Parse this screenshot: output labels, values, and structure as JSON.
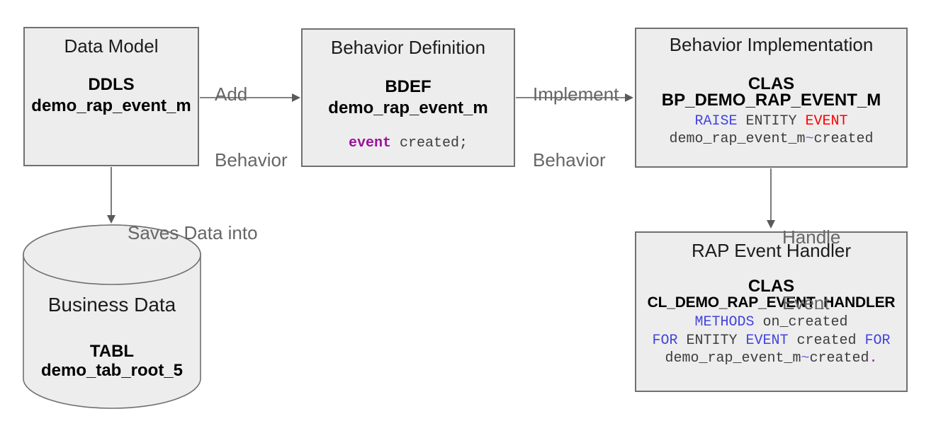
{
  "palette": {
    "background": "#ffffff",
    "box_fill": "#ededed",
    "box_border": "#707070",
    "label_gray": "#666666",
    "arrow_gray": "#5a5a5a",
    "code_text": "#3d3d3d",
    "keyword_blue": "#4242e0",
    "keyword_red": "#fe0000",
    "keyword_purple": "#9c0f9c",
    "tilde_blue": "#6868d8",
    "period_purple": "#a020a0"
  },
  "nodes": {
    "data_model": {
      "title": "Data Model",
      "type_label": "DDLS",
      "object_name": "demo_rap_event_m"
    },
    "behavior_definition": {
      "title": "Behavior Definition",
      "type_label": "BDEF",
      "object_name": "demo_rap_event_m",
      "code": {
        "event_keyword": "event",
        "rest": " created;"
      }
    },
    "behavior_implementation": {
      "title": "Behavior Implementation",
      "type_label": "CLAS",
      "object_name": "BP_DEMO_RAP_EVENT_M",
      "code": {
        "raise_keyword": "RAISE",
        "entity_word": " ENTITY ",
        "event_keyword": "EVENT",
        "entity_name": "demo_rap_event_m",
        "tilde": "~",
        "event_name": "created"
      }
    },
    "rap_event_handler": {
      "title": "RAP Event Handler",
      "type_label": "CLAS",
      "object_name": "CL_DEMO_RAP_EVENT_HANDLER",
      "code": {
        "methods_keyword": "METHODS",
        "method_name": " on_created",
        "for_keyword_1": "FOR",
        "entity_word": " ENTITY ",
        "event_keyword": "EVENT",
        "created_word": " created ",
        "for_keyword_2": "FOR",
        "entity_name": "demo_rap_event_m",
        "tilde": "~",
        "event_name": "created",
        "period": "."
      }
    },
    "business_data": {
      "title": "Business Data",
      "type_label": "TABL",
      "object_name": "demo_tab_root_5"
    }
  },
  "edges": {
    "add_behavior": {
      "line1": "Add",
      "line2": "Behavior"
    },
    "implement_behavior": {
      "line1": "Implement",
      "line2": "Behavior"
    },
    "saves_data_into": {
      "line1": "Saves Data into"
    },
    "handle_event": {
      "line1": "Handle",
      "line2": "Event"
    }
  }
}
